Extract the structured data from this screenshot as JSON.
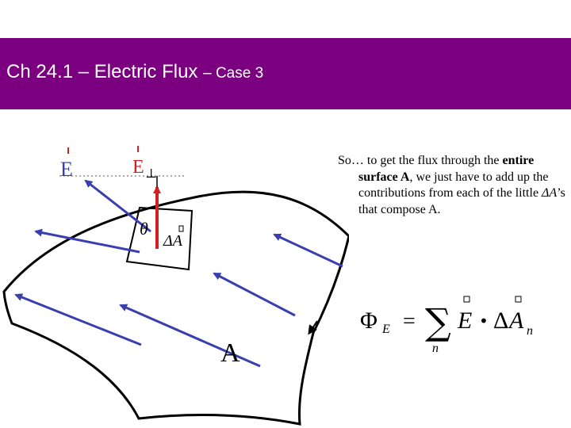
{
  "header": {
    "title_main": "Ch 24.1 – Electric Flux ",
    "title_sub": "– Case 3",
    "bg_color": "#7b0080"
  },
  "figure": {
    "label_E": "E",
    "label_E_perp": "E",
    "perp_symbol": "⊥",
    "label_theta": "θ",
    "label_dA": "ΔA",
    "label_A": "A",
    "arrow_color": "#3a3fb0",
    "perp_arrow_color": "#d42020"
  },
  "text": {
    "part1": "So… to get the flux through the ",
    "bold": "entire surface A",
    "part2": ", we just have to add up the contributions from each of the little ",
    "italic": "ΔA",
    "part3": "’s that compose A."
  },
  "formula": {
    "phi": "Φ",
    "phi_sub": "E",
    "equals": "=",
    "sum": "∑",
    "sum_sub": "n",
    "E": "E",
    "dot": "•",
    "delta": "Δ",
    "A": "A",
    "A_sub": "n"
  }
}
